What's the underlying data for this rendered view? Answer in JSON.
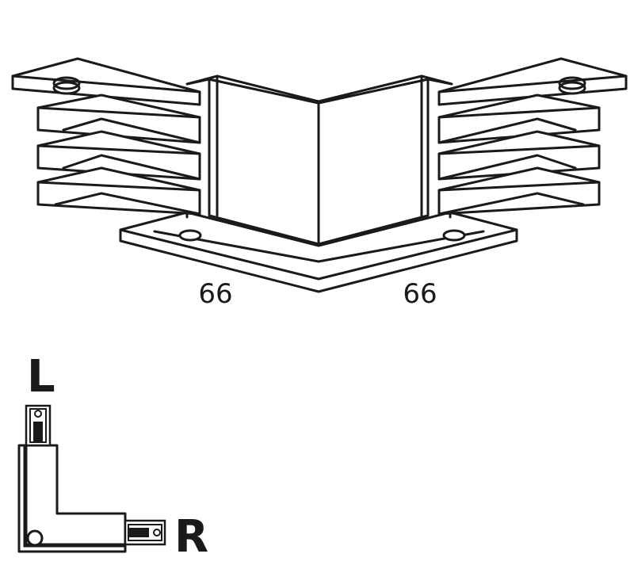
{
  "dimensions": {
    "left": "66",
    "right": "66"
  },
  "schematic": {
    "label_top": "L",
    "label_right": "R"
  },
  "colors": {
    "line": "#1a1a1a",
    "background": "#ffffff"
  }
}
